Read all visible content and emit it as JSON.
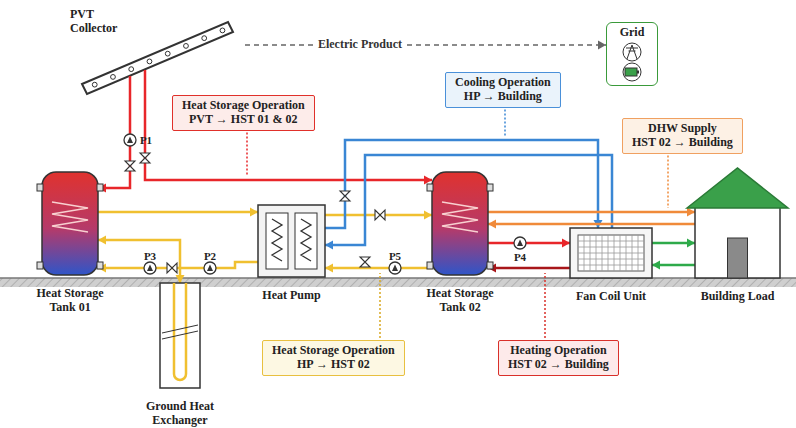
{
  "diagram": {
    "nodes": [
      {
        "text": [
          "PVT Collector"
        ]
      },
      {
        "text": [
          "Grid"
        ]
      },
      {
        "text": [
          "Heat Storage Operation",
          "PVT → HST 01 & 02"
        ]
      },
      {
        "text": [
          "Cooling Operation",
          "HP → Building"
        ]
      },
      {
        "text": [
          "DHW Supply",
          "HST 02 → Building"
        ]
      },
      {
        "text": [
          "Heat Storage Tank 01"
        ]
      },
      {
        "text": [
          "Heat Pump"
        ]
      },
      {
        "text": [
          "Heat Storage Tank 02"
        ]
      },
      {
        "text": [
          "Fan Coil Unit"
        ]
      },
      {
        "text": [
          "Building Load"
        ]
      },
      {
        "text": [
          "Ground Heat Exchanger"
        ]
      },
      {
        "text": [
          "Heat Storage Operation",
          "HP → HST 02"
        ]
      },
      {
        "text": [
          "Heating Operation",
          "HST 02 → Building"
        ]
      }
    ],
    "edges": [
      {
        "from": 0,
        "to": 1,
        "label": "Electric Product",
        "arrow": "to"
      },
      {
        "from": 0,
        "to": 5,
        "arrow": "to"
      },
      {
        "from": 0,
        "to": 7,
        "arrow": "to"
      },
      {
        "from": 5,
        "to": 6,
        "arrow": "to"
      },
      {
        "from": 6,
        "to": 5,
        "arrow": "to"
      },
      {
        "from": 10,
        "to": 5,
        "arrow": "both"
      },
      {
        "from": 6,
        "to": 7,
        "arrow": "to"
      },
      {
        "from": 7,
        "to": 6,
        "arrow": "to"
      },
      {
        "from": 6,
        "to": 8,
        "arrow": "to"
      },
      {
        "from": 8,
        "to": 6,
        "arrow": "to"
      },
      {
        "from": 7,
        "to": 9,
        "arrow": "to"
      },
      {
        "from": 9,
        "to": 7,
        "arrow": "to"
      },
      {
        "from": 7,
        "to": 8,
        "arrow": "to"
      },
      {
        "from": 8,
        "to": 7,
        "arrow": "to"
      },
      {
        "from": 8,
        "to": 9,
        "arrow": "to"
      },
      {
        "from": 9,
        "to": 8,
        "arrow": "to"
      }
    ],
    "labels": [
      "P1",
      "P2",
      "P3",
      "P4",
      "P5"
    ]
  }
}
